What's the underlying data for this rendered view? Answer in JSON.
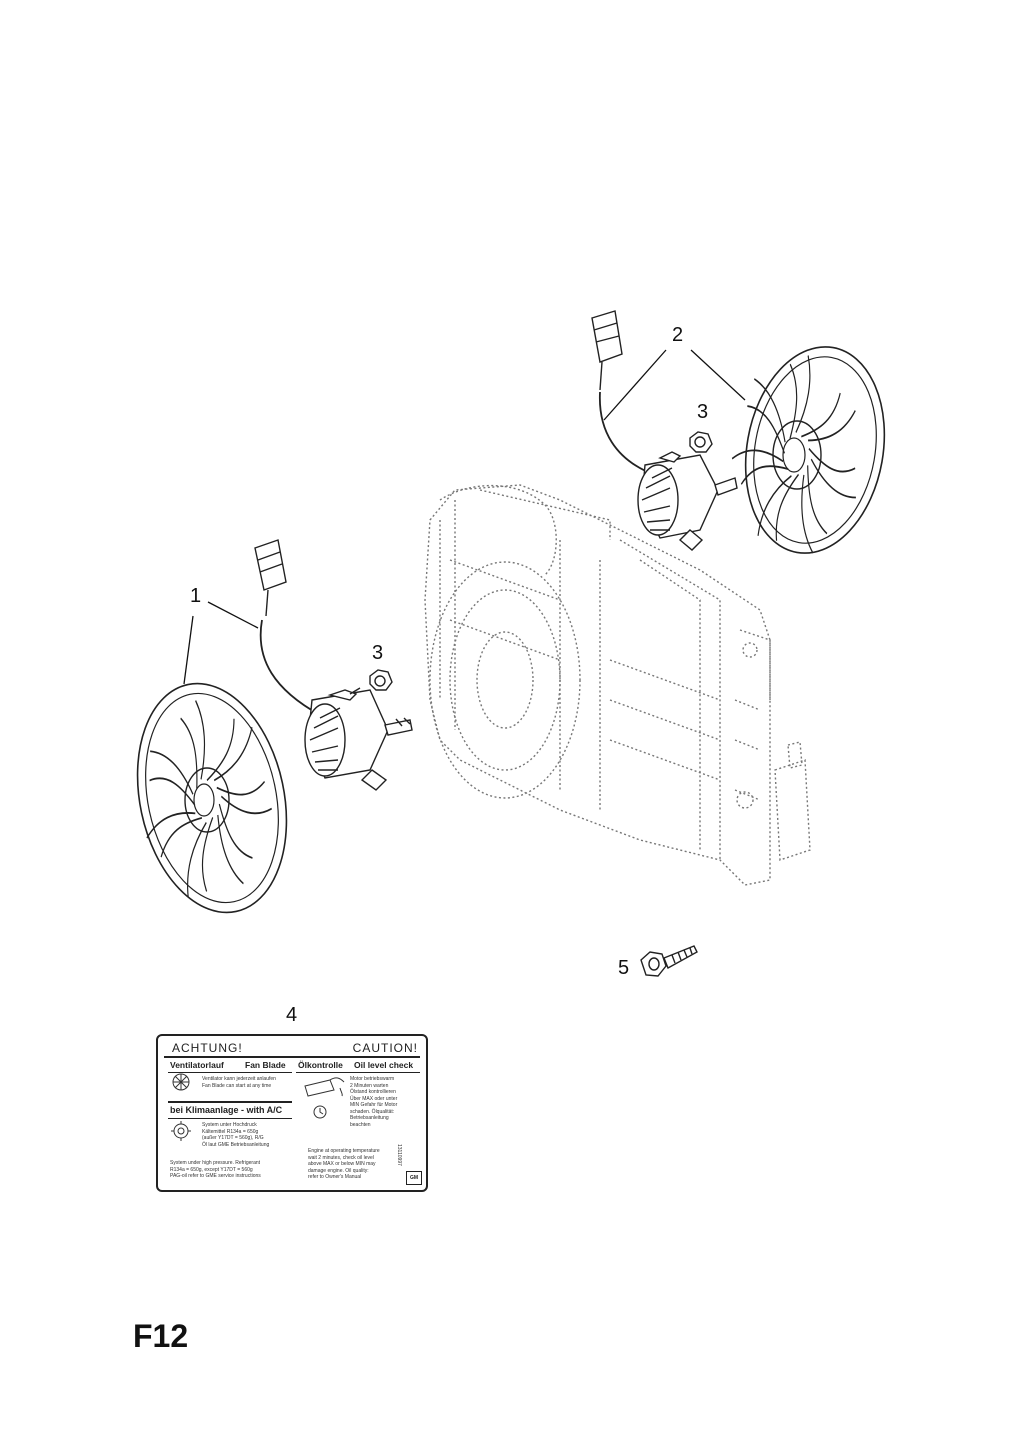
{
  "diagram": {
    "page_code": "F12",
    "callouts": [
      {
        "id": "1",
        "label": "1"
      },
      {
        "id": "2",
        "label": "2"
      },
      {
        "id": "3a",
        "label": "3"
      },
      {
        "id": "3b",
        "label": "3"
      },
      {
        "id": "4",
        "label": "4"
      },
      {
        "id": "5",
        "label": "5"
      }
    ]
  },
  "warning_label": {
    "left_header": "ACHTUNG!",
    "right_header": "CAUTION!",
    "fan_section": {
      "de": "Ventilatorlauf",
      "en": "Fan Blade"
    },
    "fan_text": "Ventilator kann jederzeit anlaufen\nFan Blade can start at any time",
    "oil_section": {
      "de": "Ölkontrolle",
      "en": "Oil level check"
    },
    "oil_text_de": "Motor betriebswarm\n2 Minuten warten\nÖlstand kontrollieren\nÜber MAX oder unter\nMIN Gefahr für Motor\nschaden. Ölqualität:\nBetriebsanleitung\nbeachten",
    "ac_section": "bei Klimaanlage - with A/C",
    "ac_text": "System unter Hochdruck\nKältemittel R134a = 650g\n(außer Y17DT = 560g), R/G\nÖl laut GME Betriebsanleitung",
    "ac_text_en": "System under high pressure. Refrigerant\nR134a = 650g, except Y17DT = 560g\nPAG-oil refer to GME service instructions",
    "oil_text_en": "Engine at operating temperature\nwait 2 minutes, check oil level\nabove MAX or below MIN may\ndamage engine. Oil quality:\nrefer to Owner's Manual",
    "part_number": "13110997",
    "brand": "GM"
  }
}
